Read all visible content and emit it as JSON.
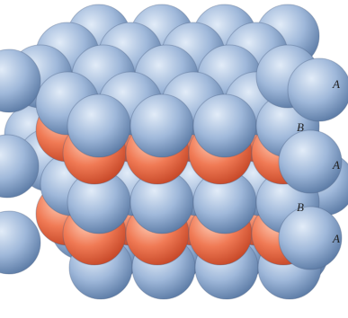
{
  "colors": {
    "layer_a_highlight": "#e2ecf8",
    "layer_a_mid": "#9fb8da",
    "layer_a_shadow": "#5f7ea8",
    "layer_b_highlight": "#ffd2bd",
    "layer_b_mid": "#f07a55",
    "layer_b_shadow": "#c84a2a",
    "outline": "#4a5f80"
  },
  "labels": {
    "a_top": "A",
    "b_upper": "B",
    "a_middle": "A",
    "b_lower": "B",
    "a_bottom": "A"
  }
}
